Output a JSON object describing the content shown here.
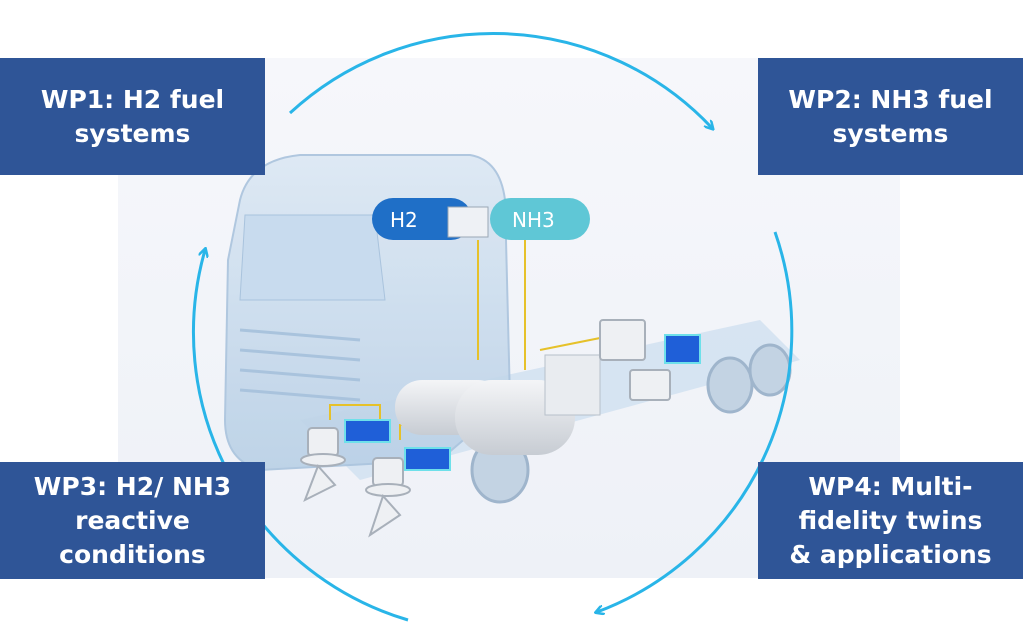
{
  "work_packages": [
    {
      "id": "WP1",
      "label": "WP1: H2 fuel\nsystems"
    },
    {
      "id": "WP2",
      "label": "WP2: NH3 fuel\nsystems"
    },
    {
      "id": "WP3",
      "label": "WP3: H2/ NH3\nreactive\nconditions"
    },
    {
      "id": "WP4",
      "label": "WP4: Multi-\nfidelity twins\n& applications"
    }
  ],
  "illustration": {
    "h2_tank_label": "H2",
    "nh3_tank_label": "NH3"
  },
  "colors": {
    "box": "#2F5597",
    "arrow": "#29B5E8",
    "box_text": "#FFFFFF"
  }
}
